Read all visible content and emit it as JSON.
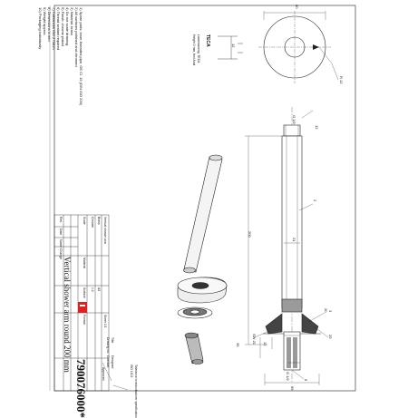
{
  "notes": [
    "1) Spare parts: inner threaded pipe, GE Cl. 15 (DIN ISO 228)",
    "2) All surfaces polished and chromed",
    "3) Material: brass",
    "4) Do not scale drawing",
    "5) Finish: chrome plated",
    "6) Thread sealant required",
    "7) Tolerances ISO 2768-m",
    "8) Dimensions in mm",
    "9) Weight approx.",
    "10) Packaging individually"
  ],
  "brand_note": {
    "logo_text": "TECA",
    "line1": "Lasermarking: TECA",
    "line2": "Height 2 mm, font Arial"
  },
  "title_block": {
    "title": "Vertical shower arm round 200 mm",
    "part_number": "790076000",
    "part_suffix": "*",
    "rows": [
      "Vertical shower arm",
      "Brass",
      "Chrome",
      "1:2",
      "A3",
      "Sheet 1/1"
    ],
    "revision_rows": [
      "Rev.",
      "Date",
      "Name",
      "Change"
    ],
    "small_labels": [
      "Scale",
      "Material",
      "Surface",
      "Format"
    ],
    "side_labels": [
      "Title",
      "Drawing no.",
      "Designed",
      "Checked",
      "Approved"
    ]
  },
  "dimensions": {
    "thread_top": "G 1/2",
    "length_total": "200",
    "diameter_shaft": "21",
    "wall_top": "12",
    "dim_left_39": "39",
    "dim_left_12": "12",
    "base_diameter": "69",
    "base_1": "20",
    "base_2": "25",
    "thread_bottom": "G 1/2",
    "hex": "SW 21",
    "ball_ref": "R 12",
    "top_dia": "50",
    "small_12": "12",
    "note_tag_1": "2",
    "note_tag_2": "3",
    "note_tag_3": "5"
  },
  "bottom_note": {
    "line1": "Tolerance to manufacturer specification",
    "line2": "ISO 1302"
  },
  "colors": {
    "accent_red": "#e02020",
    "line": "#222222",
    "fill_gray": "#9a9a9a"
  }
}
